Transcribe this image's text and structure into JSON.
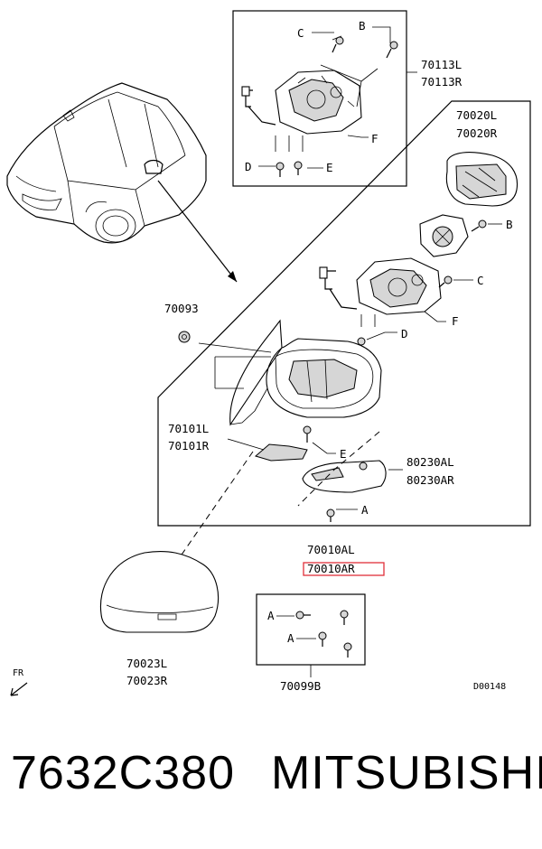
{
  "labels": {
    "bracket_top_l": "70113L",
    "bracket_top_r": "70113R",
    "glass_l": "70020L",
    "glass_r": "70020R",
    "part_70093": "70093",
    "cover_inner_l": "70101L",
    "cover_inner_r": "70101R",
    "turn_lamp_l": "80230AL",
    "turn_lamp_r": "80230AR",
    "mirror_assy_l": "70010AL",
    "mirror_assy_r": "70010AR",
    "cap_l": "70023L",
    "cap_r": "70023R",
    "screw_kit": "70099B",
    "fr": "FR",
    "diagram_code": "D00148"
  },
  "callouts": {
    "a": "A",
    "b": "B",
    "c": "C",
    "d": "D",
    "e": "E",
    "f": "F"
  },
  "footer": {
    "part_number": "7632C380",
    "brand": "MITSUBISHI"
  },
  "colors": {
    "highlight": "#e0303a",
    "line": "#000000"
  }
}
